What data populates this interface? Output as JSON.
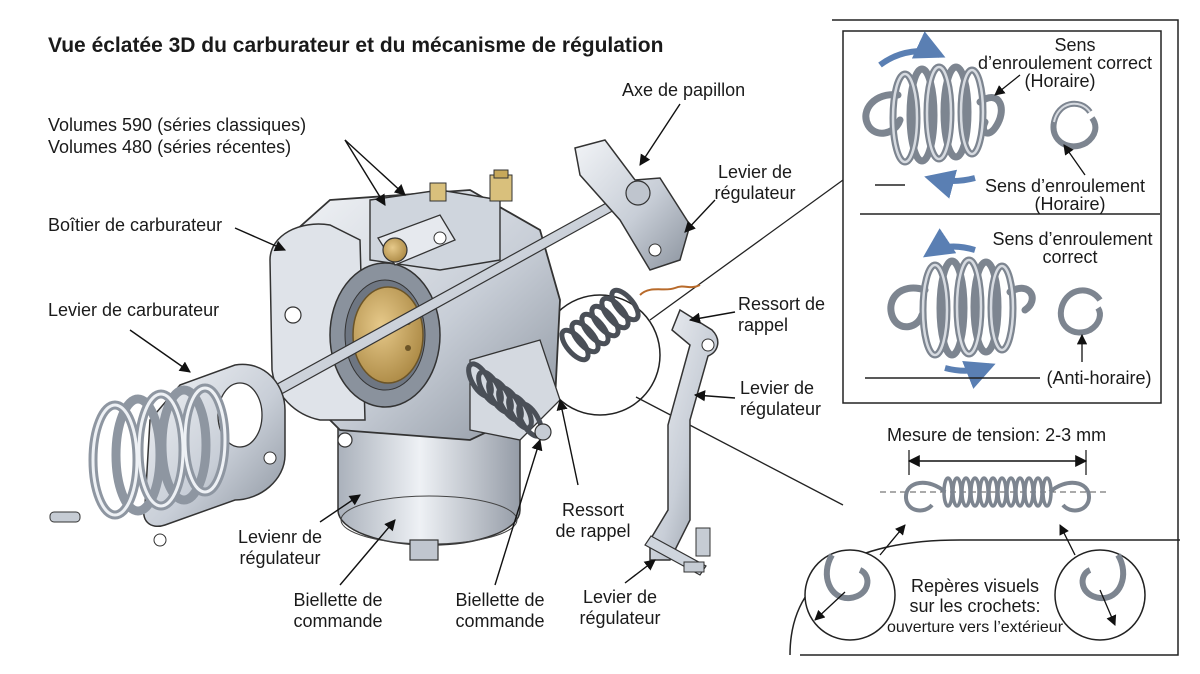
{
  "title": "Vue éclatée 3D du carburateur et du mécanisme de régulation",
  "main_labels": {
    "volumes_590": "Volumes 590 (séries classiques)",
    "volumes_480": "Volumes 480 (séries récentes)",
    "boitier": "Boîtier de carburateur",
    "levier_carburateur": "Levier de carburateur",
    "axe_papillon": "Axe de papillon",
    "levier_regulateur_top_1": "Levier de",
    "levier_regulateur_top_2": "régulateur",
    "ressort_rappel_right_1": "Ressort de",
    "ressort_rappel_right_2": "rappel",
    "levier_regulateur_mid_1": "Levier de",
    "levier_regulateur_mid_2": "régulateur",
    "levienr_1": "Levienr de",
    "levienr_2": "régulateur",
    "biellette_1a": "Biellette de",
    "biellette_1b": "commande",
    "biellette_2a": "Biellette de",
    "biellette_2b": "commande",
    "ressort_bottom_1": "Ressort",
    "ressort_bottom_2": "de rappel",
    "levier_regulateur_bottom_1": "Levier de",
    "levier_regulateur_bottom_2": "régulateur"
  },
  "inset_top": {
    "sens_correct_1": "Sens",
    "sens_correct_2": "d’enroulement correct",
    "sens_correct_3": "(Horaire)",
    "sens_second_1": "Sens d’enroulement",
    "sens_second_2": "(Horaire)"
  },
  "inset_middle": {
    "sens_1": "Sens d’enroulement",
    "sens_2": "correct",
    "anti": "(Anti-horaire)"
  },
  "inset_bottom": {
    "mesure": "Mesure de tension: 2-3 mm",
    "reperes_1": "Repères visuels",
    "reperes_2": "sur les crochets:",
    "reperes_3": "ouverture vers l’extérieur"
  },
  "colors": {
    "metal_light": "#e4e8ee",
    "metal_mid": "#b9c0ca",
    "metal_dark": "#6e7682",
    "brass": "#c8a45a",
    "arrow_blue": "#5a7fb3",
    "outline": "#222222"
  }
}
